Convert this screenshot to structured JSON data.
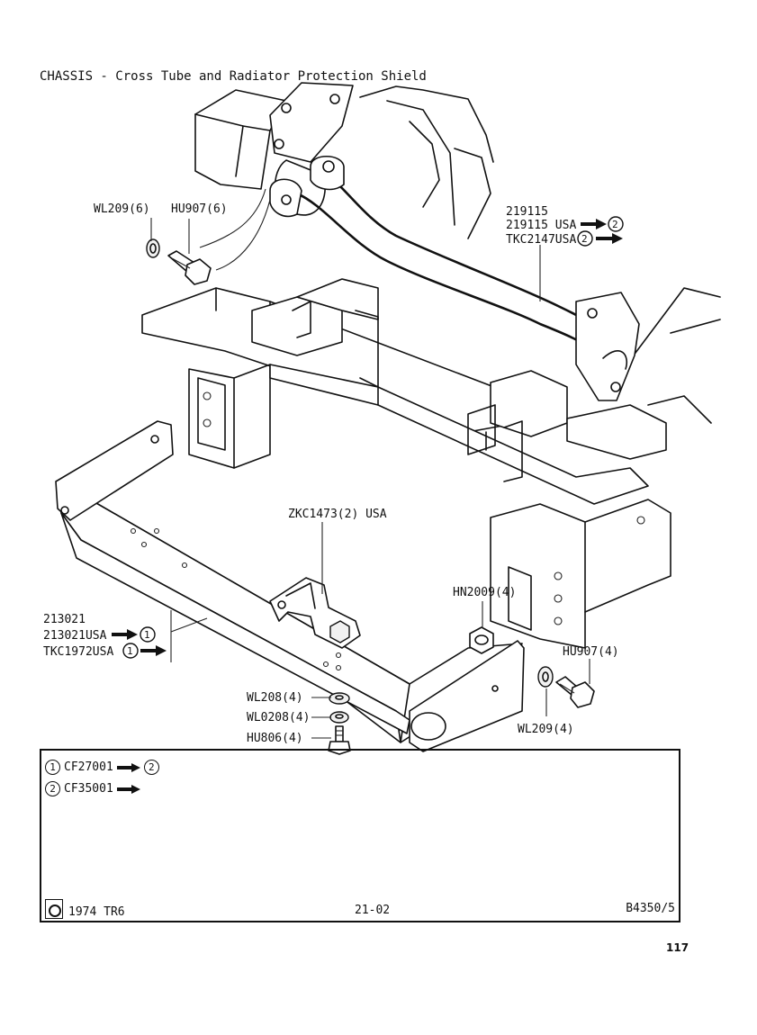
{
  "title": "CHASSIS - Cross Tube and Radiator Protection Shield",
  "callouts": {
    "wl209_6": "WL209(6)",
    "hu907_6": "HU907(6)",
    "p219115": "219115",
    "p219115_usa": "219115 USA",
    "tkc2147": "TKC2147USA",
    "zkc1473": "ZKC1473(2) USA",
    "hn2009": "HN2009(4)",
    "p213021": "213021",
    "p213021_usa": "213021USA",
    "tkc1972": "TKC1972USA",
    "hu907_4": "HU907(4)",
    "wl208": "WL208(4)",
    "wl0208": "WL0208(4)",
    "hu806": "HU806(4)",
    "wl209_4": "WL209(4)",
    "circle_1": "1",
    "circle_2": "2"
  },
  "legend": {
    "row1_from": "1",
    "row1_text": "CF27001",
    "row1_to": "2",
    "row2_from": "2",
    "row2_text": "CF35001"
  },
  "footer": {
    "model": "1974 TR6",
    "section": "21-02",
    "ref": "B4350/5"
  },
  "page_number": "117",
  "icons": [
    "arrow-right-icon",
    "circled-number-icon",
    "british-leyland-logo-icon"
  ]
}
